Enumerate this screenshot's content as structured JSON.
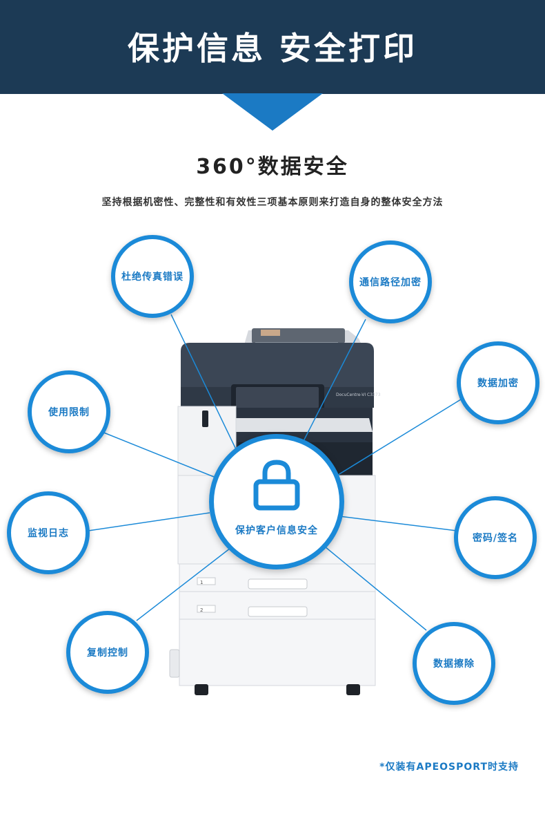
{
  "header": {
    "title": "保护信息 安全打印"
  },
  "section": {
    "title": "360°数据安全",
    "description": "坚持根据机密性、完整性和有效性三项基本原则来打造自身的整体安全方法"
  },
  "center": {
    "label": "保护客户信息安全",
    "icon": "lock-icon"
  },
  "features": [
    {
      "id": "no-fax-error",
      "label": "杜绝传真错误"
    },
    {
      "id": "path-encryption",
      "label": "通信路径加密"
    },
    {
      "id": "usage-restriction",
      "label": "使用限制"
    },
    {
      "id": "data-encryption",
      "label": "数据加密"
    },
    {
      "id": "audit-log",
      "label": "监视日志"
    },
    {
      "id": "password-signature",
      "label": "密码/签名"
    },
    {
      "id": "copy-control",
      "label": "复制控制"
    },
    {
      "id": "data-erase",
      "label": "数据擦除"
    }
  ],
  "printer": {
    "model_label": "DocuCentre-VI C3373",
    "tray_labels": [
      "1",
      "2"
    ]
  },
  "footnote": "*仅装有APEOSPORT时支持",
  "colors": {
    "banner": "#1c3a55",
    "accent": "#1b8ad8",
    "text_accent": "#1b7ac4"
  }
}
